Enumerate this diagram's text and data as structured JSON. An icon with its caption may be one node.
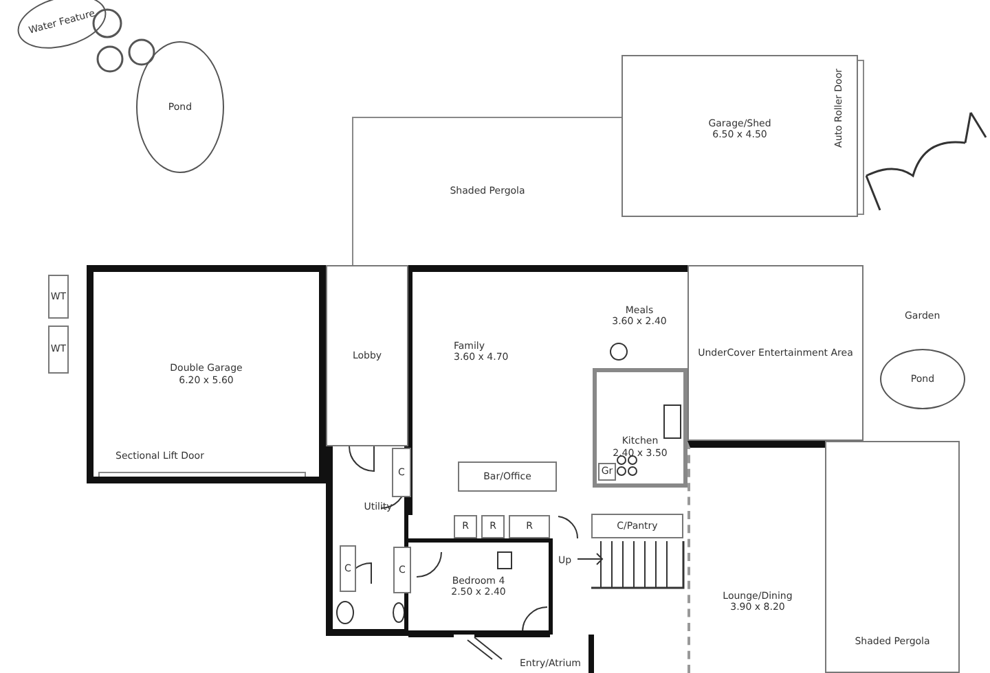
{
  "diagram": {
    "nodes": [
      {
        "text": [
          "Water Feature"
        ]
      },
      {
        "text": [
          "Pond"
        ]
      },
      {
        "text": [
          "Shaded Pergola"
        ]
      },
      {
        "text": [
          "Garage/Shed",
          "6.50 x 4.50"
        ]
      },
      {
        "text": [
          "WT"
        ]
      },
      {
        "text": [
          "WT"
        ]
      },
      {
        "text": [
          "Double Garage",
          "6.20 x 5.60"
        ]
      },
      {
        "text": [
          "Lobby"
        ]
      },
      {
        "text": [
          "Family",
          "3.60 x 4.70"
        ]
      },
      {
        "text": [
          "Meals",
          "3.60 x 2.40"
        ],
        "in": 8
      },
      {
        "text": [
          "UnderCover Entertainment Area"
        ]
      },
      {
        "text": [
          "Pond"
        ]
      },
      {
        "text": [
          "Kitchen",
          "2.40 x 3.50"
        ],
        "in": 8
      },
      {
        "text": [
          "Bar/Office"
        ],
        "in": 8
      },
      {
        "text": [
          "Gr"
        ],
        "in": 12
      },
      {
        "text": [
          "Utility"
        ]
      },
      {
        "text": [
          "C"
        ],
        "in": 15
      },
      {
        "text": [
          "C"
        ],
        "in": 15
      },
      {
        "text": [
          "C"
        ],
        "in": 15
      },
      {
        "text": [
          "R"
        ]
      },
      {
        "text": [
          "R"
        ]
      },
      {
        "text": [
          "R"
        ]
      },
      {
        "text": [
          "Bedroom 4",
          "2.50 x 2.40"
        ]
      },
      {
        "text": [
          "C/Pantry"
        ]
      },
      {
        "text": [
          "Lounge/Dining",
          "3.90 x 8.20"
        ]
      },
      {
        "text": [
          "Shaded Pergola"
        ]
      }
    ],
    "labels": [
      "Auto Roller Door",
      "Garden",
      "Sectional Lift Door",
      "Up",
      "Entry/Atrium"
    ]
  }
}
